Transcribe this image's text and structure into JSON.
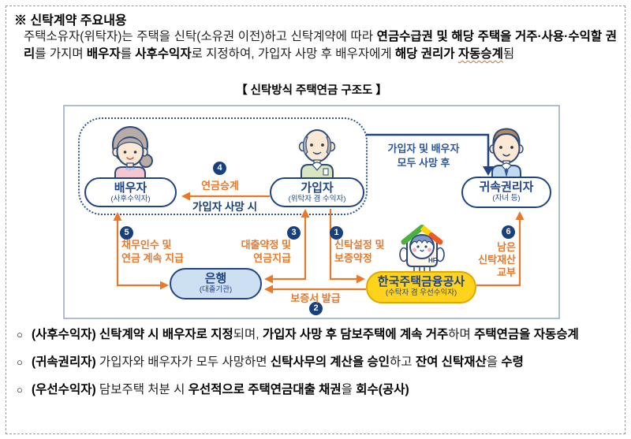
{
  "doc": {
    "title": "※ 신탁계약 주요내용",
    "intro": {
      "segments": [
        {
          "t": "주택소유자(위탁자)는 주택을 신탁(소유권 이전)하고 신탁계약에 따라 "
        },
        {
          "t": "연금수급권 및 해당 주택을 거주·사용·수익할 권리"
        },
        {
          "t": "를 가지며 "
        },
        {
          "t": "배우자"
        },
        {
          "t": "를 "
        },
        {
          "t": "사후수익자"
        },
        {
          "t": "로 지정하여, 가입자 사망 후 배우자에게 "
        },
        {
          "t": "해당 권리가 "
        },
        {
          "t": "자동승계"
        },
        {
          "t": "됨"
        }
      ]
    }
  },
  "diagram": {
    "caption": "【 신탁방식 주택연금 구조도 】",
    "nodes": {
      "spouse": {
        "label": "배우자",
        "sub": "(사후수익자)"
      },
      "subscriber": {
        "label": "가입자",
        "sub": "(위탁자 겸 수익자)"
      },
      "heir": {
        "label": "귀속권리자",
        "sub": "(자녀 등)"
      },
      "bank": {
        "label": "은행",
        "sub": "(대출기관)"
      },
      "hf": {
        "label": "한국주택금융공사",
        "sub": "(수탁자 겸 우선수익자)"
      }
    },
    "steps": {
      "s1": {
        "no": "1",
        "l1": "신탁설정 및",
        "l2": "보증약정"
      },
      "s2": {
        "no": "2",
        "l1": "보증서 발급"
      },
      "s3": {
        "no": "3",
        "l1": "대출약정 및",
        "l2": "연금지급"
      },
      "s4": {
        "no": "4",
        "l1": "연금승계",
        "l2": "가입자 사망 시"
      },
      "s5": {
        "no": "5",
        "l1": "채무인수 및",
        "l2": "연금 계속 지급"
      },
      "s6": {
        "no": "6",
        "l1": "남은",
        "l2": "신탁재산",
        "l3": "교부"
      }
    },
    "death_note": {
      "l1": "가입자 및 배우자",
      "l2": "모두 사망 후"
    },
    "hf_logo": "HF",
    "colors": {
      "navy": "#1F4385",
      "orange": "#E8792A",
      "blue_text": "#2B579A",
      "bank_fill": "#CDE0F2",
      "hf_fill": "#FFD21C",
      "badge": "#17407C"
    }
  },
  "bullets": [
    {
      "marker": "○",
      "segments": [
        {
          "t": "(사후수익자) 신탁계약 시 배우자로 지정"
        },
        {
          "t": "되며, "
        },
        {
          "t": "가입자 사망 후 담보주택에 계속 거주"
        },
        {
          "t": "하며 "
        },
        {
          "t": "주택연금을 자동승계"
        }
      ]
    },
    {
      "marker": "○",
      "segments": [
        {
          "t": "(귀속권리자)"
        },
        {
          "t": " 가입자와 배우자가 모두 사망하면 "
        },
        {
          "t": "신탁사무의 계산을 승인"
        },
        {
          "t": "하고 "
        },
        {
          "t": "잔여 신탁재산"
        },
        {
          "t": "을 "
        },
        {
          "t": "수령"
        }
      ]
    },
    {
      "marker": "○",
      "segments": [
        {
          "t": "(우선수익자)"
        },
        {
          "t": " 담보주택 처분 시 "
        },
        {
          "t": "우선적으로 주택연금대출 채권"
        },
        {
          "t": "을 "
        },
        {
          "t": "회수(공사)"
        }
      ]
    }
  ]
}
